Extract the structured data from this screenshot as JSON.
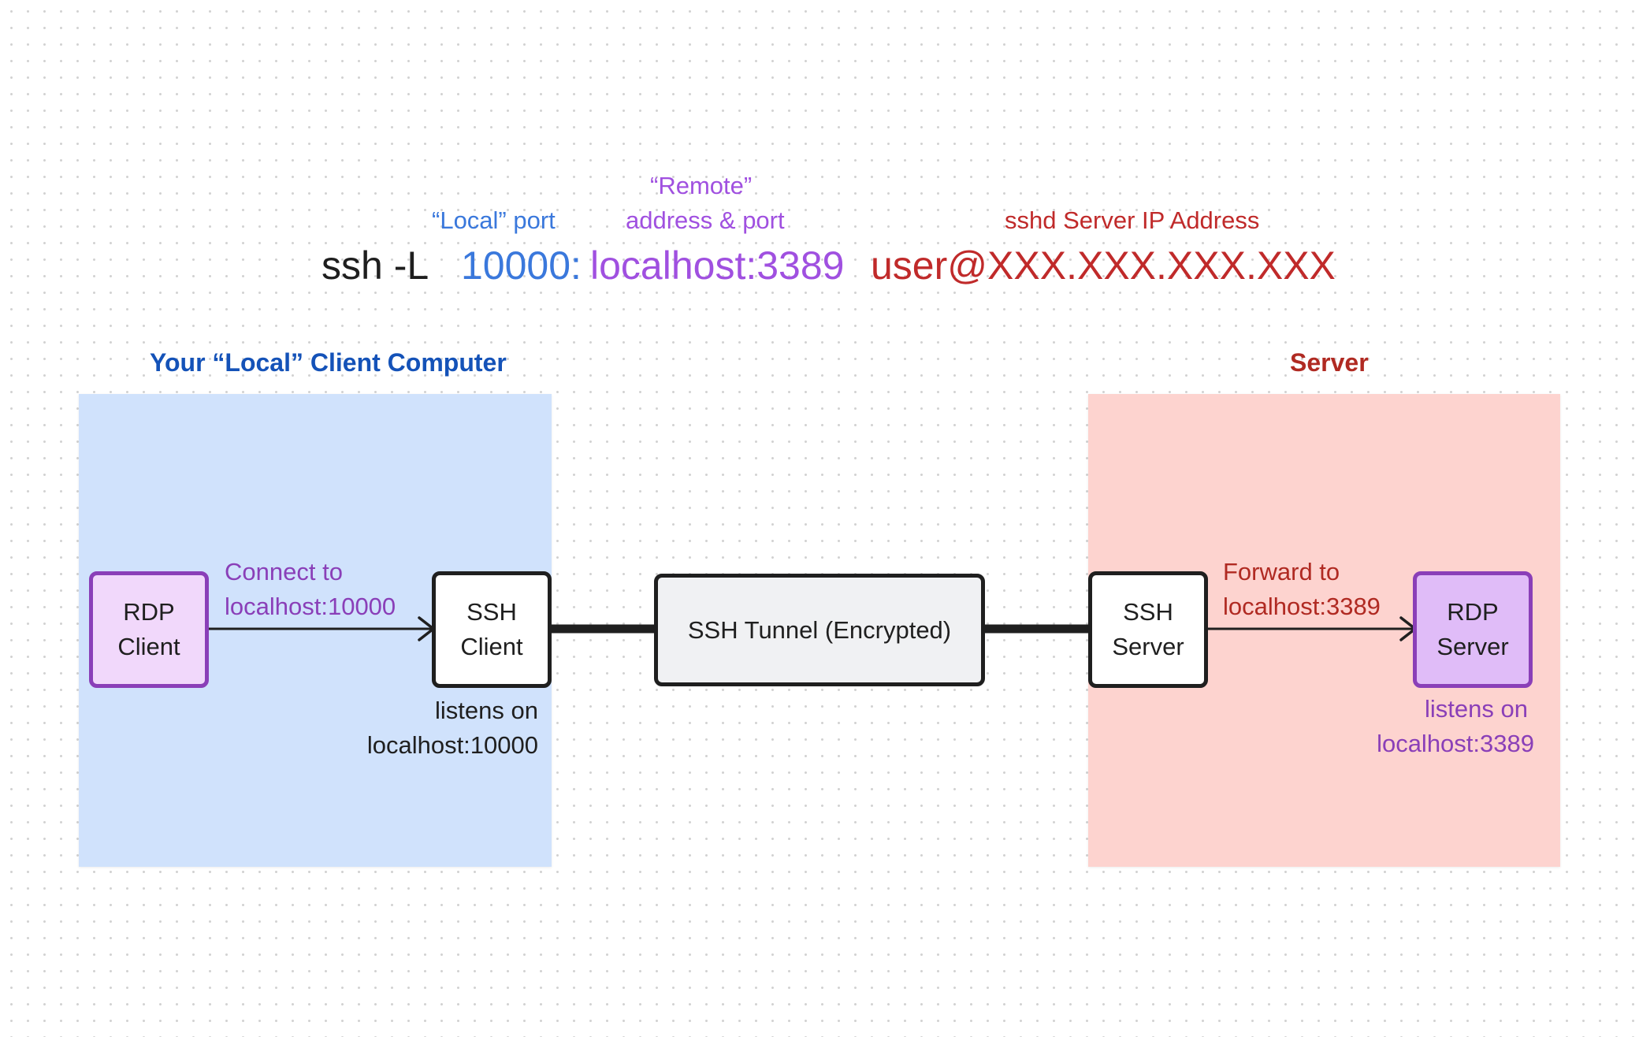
{
  "colors": {
    "cmd_base": "#1e1e1e",
    "cmd_local": "#3a78dc",
    "cmd_remote": "#a050e0",
    "cmd_server": "#c02a2a",
    "client_region_bg": "#d0e2fc",
    "server_region_bg": "#fdd3cf",
    "client_title": "#1452b8",
    "server_title": "#b02a22",
    "rdp_client_fill": "#f1d8fb",
    "rdp_server_fill": "#e0bcf8",
    "rdp_border": "#8a3fb8",
    "tunnel_fill": "#f0f1f3",
    "line": "#1f1f1f",
    "purple_text": "#8a3fb8",
    "red_text": "#b02a22",
    "dark_text": "#1f1f1f"
  },
  "command": {
    "base": "ssh -L",
    "local_port": "10000",
    "colon": ":",
    "remote": "localhost:3389",
    "server": "user@XXX.XXX.XXX.XXX"
  },
  "annotations": {
    "local_port": "“Local” port",
    "remote_line1": "“Remote”",
    "remote_line2": "address & port",
    "server_ip": "sshd Server IP Address"
  },
  "regions": {
    "client_title": "Your “Local” Client Computer",
    "server_title": "Server"
  },
  "nodes": {
    "rdp_client": [
      "RDP",
      "Client"
    ],
    "ssh_client": [
      "SSH",
      "Client"
    ],
    "tunnel": "SSH Tunnel (Encrypted)",
    "ssh_server": [
      "SSH",
      "Server"
    ],
    "rdp_server": [
      "RDP",
      "Server"
    ]
  },
  "edges": {
    "connect_line1": "Connect to",
    "connect_line2": "localhost:10000",
    "forward_line1": "Forward to",
    "forward_line2": "localhost:3389"
  },
  "notes": {
    "ssh_client_line1": "listens on",
    "ssh_client_line2": "localhost:10000",
    "rdp_server_line1": "listens on",
    "rdp_server_line2": "localhost:3389"
  }
}
